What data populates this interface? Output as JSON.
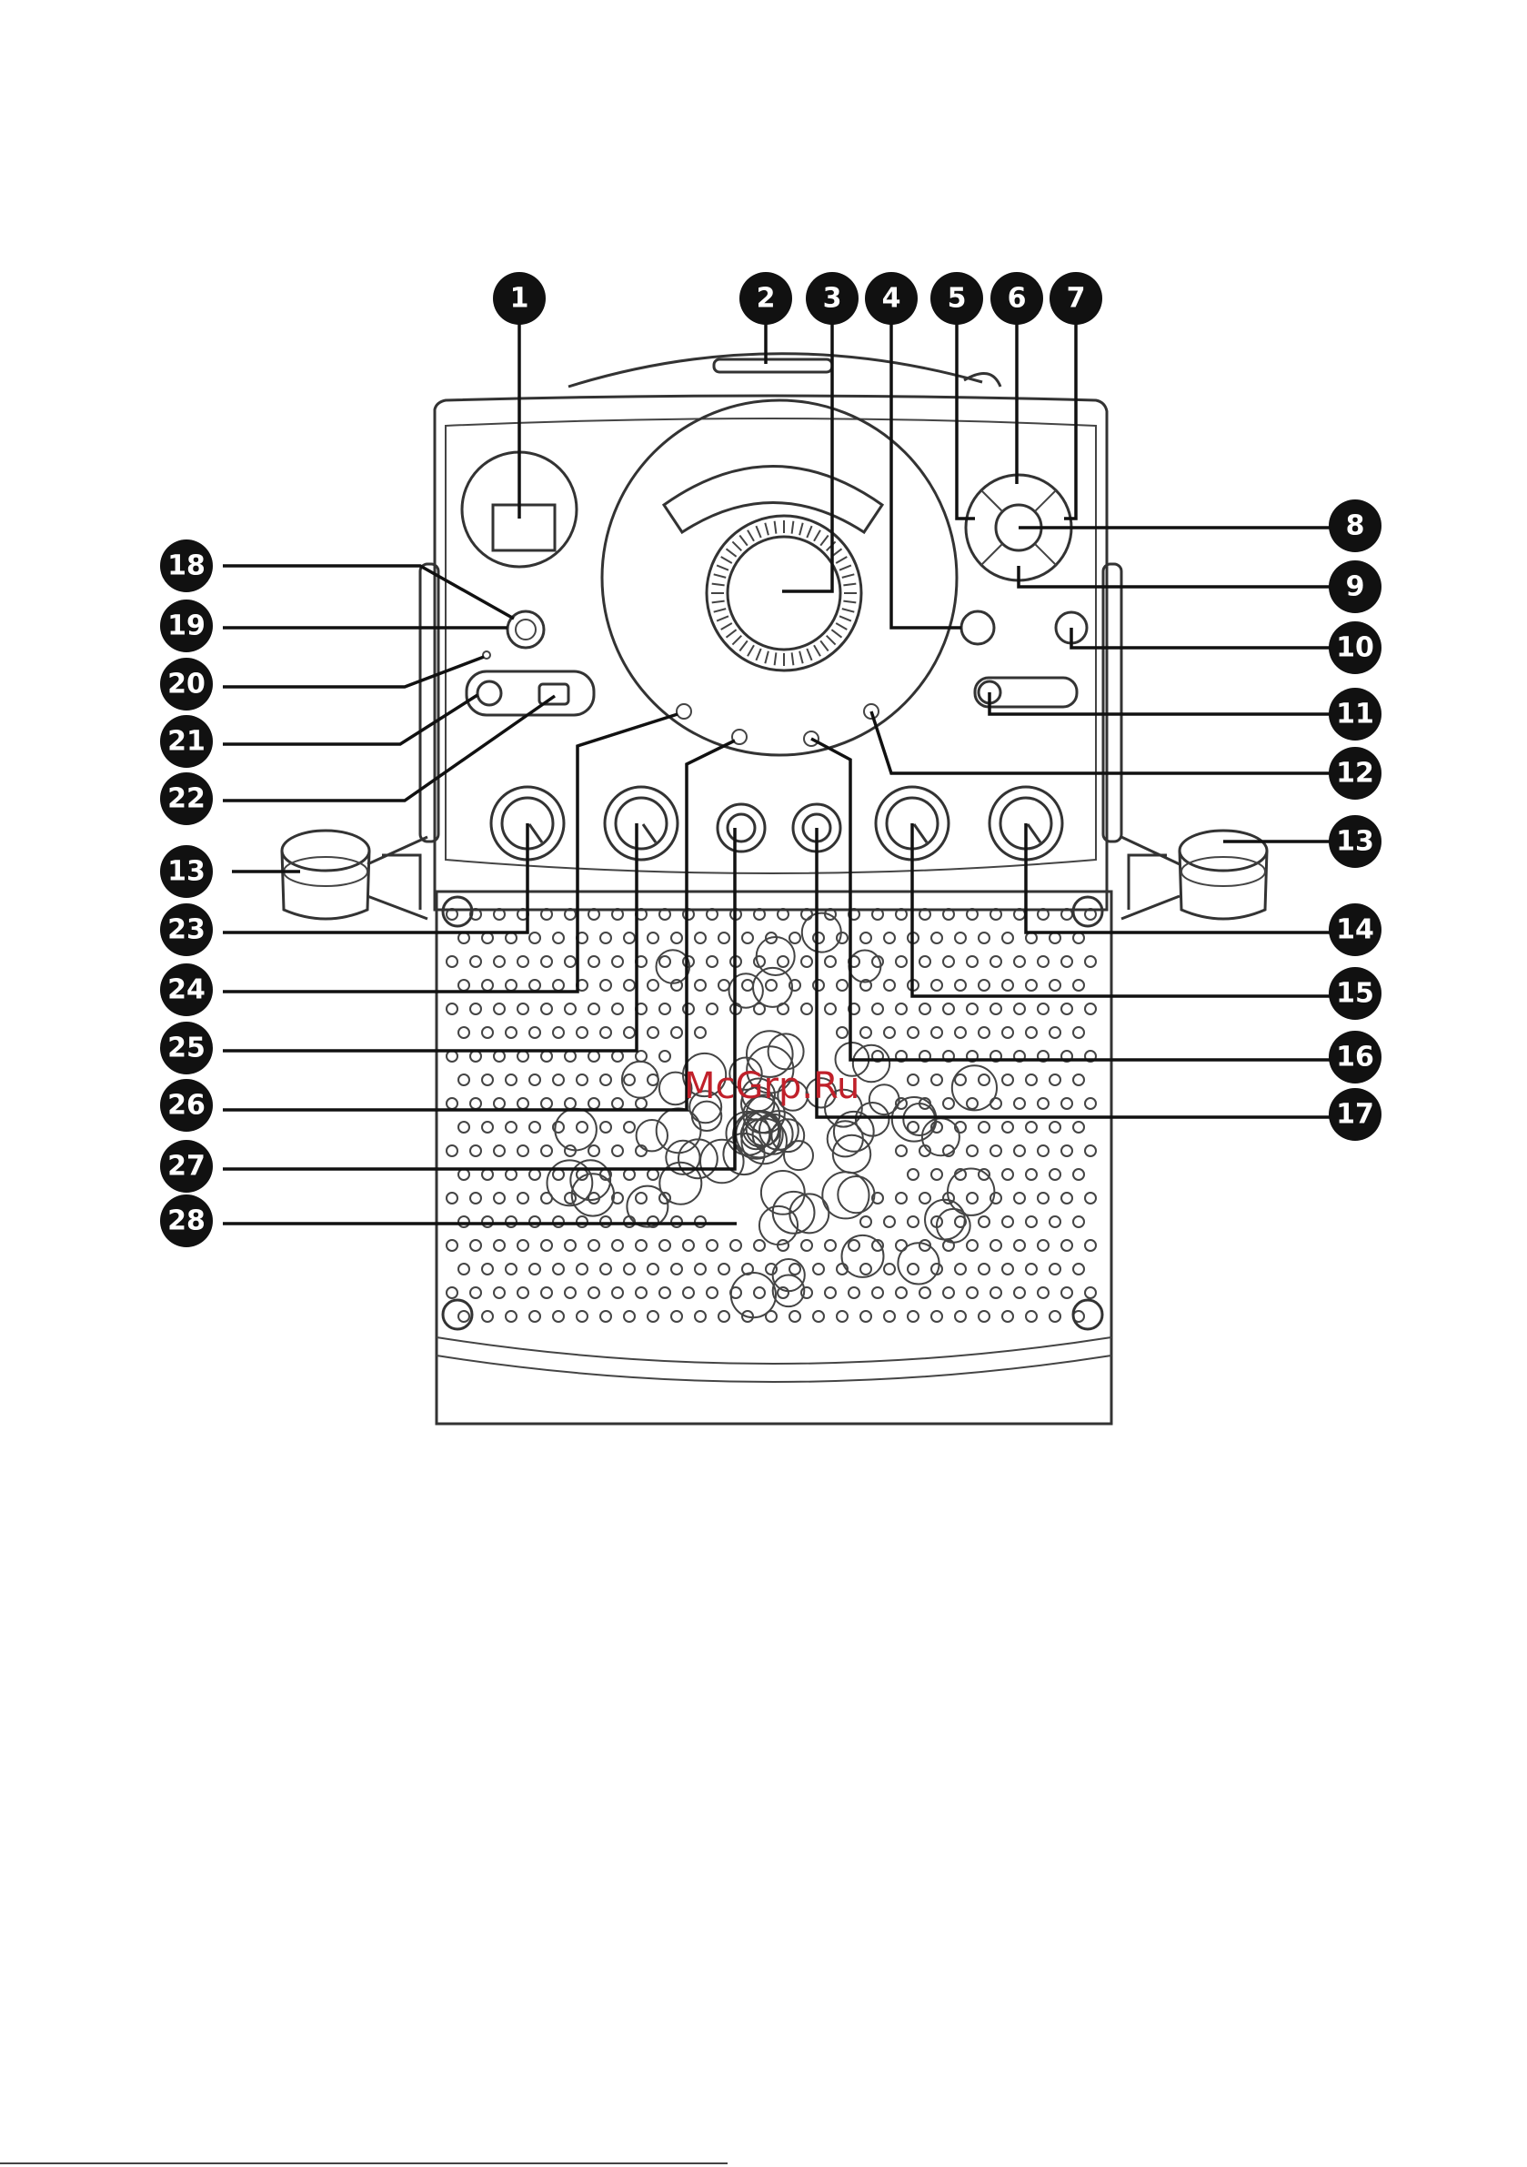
{
  "watermark": "McGrp.Ru",
  "colors": {
    "outline": "#333333",
    "badge": "#111111",
    "watermark": "#c0202a"
  },
  "callouts": [
    {
      "id": "1",
      "label": "1"
    },
    {
      "id": "2",
      "label": "2"
    },
    {
      "id": "3",
      "label": "3"
    },
    {
      "id": "4",
      "label": "4"
    },
    {
      "id": "5",
      "label": "5"
    },
    {
      "id": "6",
      "label": "6"
    },
    {
      "id": "7",
      "label": "7"
    },
    {
      "id": "8",
      "label": "8"
    },
    {
      "id": "9",
      "label": "9"
    },
    {
      "id": "10",
      "label": "10"
    },
    {
      "id": "11",
      "label": "11"
    },
    {
      "id": "12",
      "label": "12"
    },
    {
      "id": "13L",
      "label": "13"
    },
    {
      "id": "13R",
      "label": "13"
    },
    {
      "id": "14",
      "label": "14"
    },
    {
      "id": "15",
      "label": "15"
    },
    {
      "id": "16",
      "label": "16"
    },
    {
      "id": "17",
      "label": "17"
    },
    {
      "id": "18",
      "label": "18"
    },
    {
      "id": "19",
      "label": "19"
    },
    {
      "id": "20",
      "label": "20"
    },
    {
      "id": "21",
      "label": "21"
    },
    {
      "id": "22",
      "label": "22"
    },
    {
      "id": "23",
      "label": "23"
    },
    {
      "id": "24",
      "label": "24"
    },
    {
      "id": "25",
      "label": "25"
    },
    {
      "id": "26",
      "label": "26"
    },
    {
      "id": "27",
      "label": "27"
    },
    {
      "id": "28",
      "label": "28"
    }
  ]
}
